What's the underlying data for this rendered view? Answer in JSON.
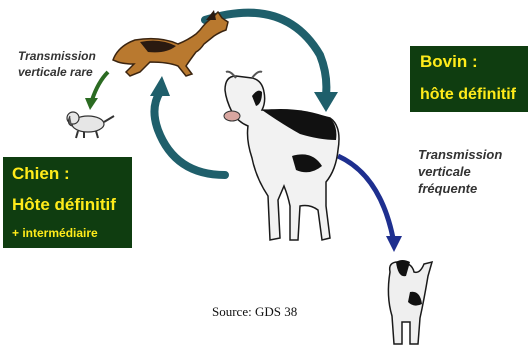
{
  "labels": {
    "transmission_rare": [
      "Transmission",
      "verticale rare"
    ],
    "transmission_frequente": [
      "Transmission",
      "verticale",
      "fréquente"
    ],
    "chien_box": {
      "line1": "Chien :",
      "line2": "Hôte définitif",
      "line3": "+ intermédiaire"
    },
    "bovin_box": {
      "line1": "Bovin :",
      "line2": "hôte définitif"
    },
    "source": "Source: GDS 38"
  },
  "colors": {
    "cycle_arrow": "#1f5f6b",
    "green_arrow": "#2b6b22",
    "blue_arrow": "#1e2f8f",
    "box_bg": "#0f3d10",
    "box_text": "#ffeb1a"
  },
  "icons": [
    "dog-running-icon",
    "puppy-icon",
    "cow-icon",
    "calf-icon"
  ]
}
